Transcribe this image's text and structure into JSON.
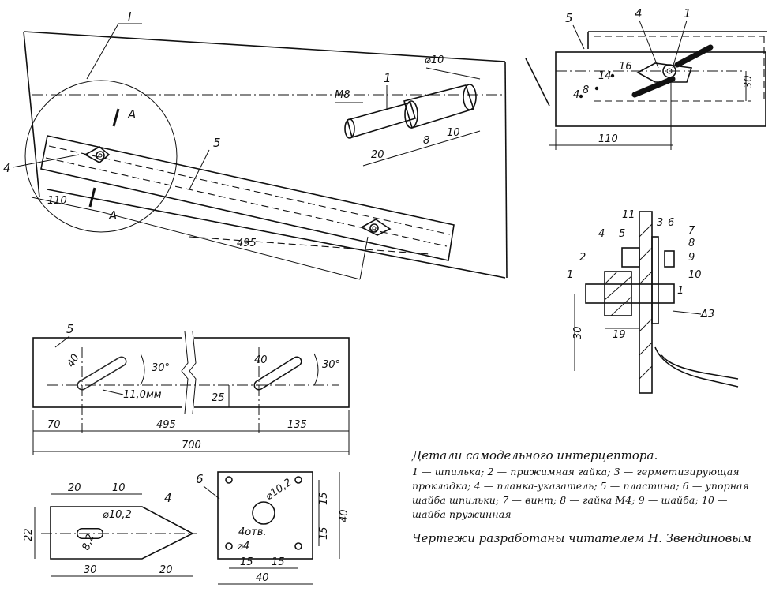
{
  "caption": {
    "title": "Детали самодельного интерцептора.",
    "legend": "1 — шпилька; 2 — прижимная гайка; 3 — герметизирующая прокладка; 4 — планка-указатель; 5 — пластина; 6 — упорная шайба шпильки; 7 — винт; 8 — гайка М4; 9 — шайба; 10 — шайба пружинная",
    "credit": "Чертежи разработаны читателем Н. Звендиновым"
  },
  "view_main": {
    "callout_I": "I",
    "section_A": "А",
    "dim_110": "110",
    "dim_495": "495",
    "part_4": "4",
    "part_5": "5"
  },
  "view_stud": {
    "part_1": "1",
    "m8": "М8",
    "d10": "⌀10",
    "dim_20": "20",
    "dim_8": "8",
    "dim_10": "10"
  },
  "view_detail_I": {
    "part_5": "5",
    "part_4": "4",
    "part_1": "1",
    "n16": "16",
    "n14": "14",
    "n4": "4",
    "n8": "8",
    "dim_30": "30",
    "dim_110": "110"
  },
  "view_section": {
    "parts": [
      "11",
      "3",
      "6",
      "7",
      "4",
      "5",
      "8",
      "9",
      "10",
      "2",
      "1",
      "1"
    ],
    "dim_30": "30",
    "dim_19": "19",
    "delta3": "Δ3"
  },
  "view_plate": {
    "part_5": "5",
    "dims": [
      "40",
      "30°",
      "11,0мм",
      "40",
      "30°",
      "25",
      "70",
      "495",
      "135",
      "700"
    ]
  },
  "view_pointer": {
    "part_4": "4",
    "dims": [
      "20",
      "10",
      "⌀10,2",
      "8,2",
      "22",
      "30",
      "20"
    ]
  },
  "view_washer": {
    "part_6": "6",
    "dims": [
      "⌀10,2",
      "15",
      "40",
      "15",
      "4отв.",
      "⌀4",
      "15",
      "15",
      "40"
    ]
  }
}
